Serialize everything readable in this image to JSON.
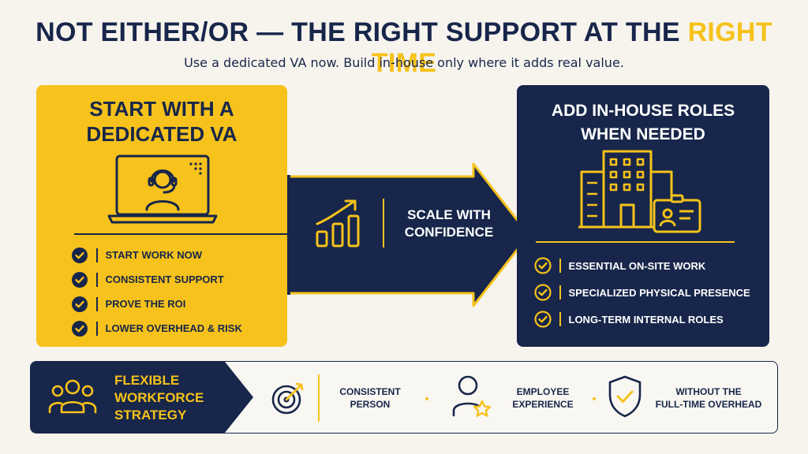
{
  "header": {
    "title_main": "NOT EITHER/OR — THE RIGHT SUPPORT AT THE ",
    "title_highlight": "RIGHT TIME",
    "subtitle": "Use a dedicated VA now. Build in-house only where it adds real value."
  },
  "left_panel": {
    "title_line1": "START WITH A",
    "title_line2": "DEDICATED VA",
    "items": [
      "START WORK NOW",
      "CONSISTENT SUPPORT",
      "PROVE THE ROI",
      "LOWER OVERHEAD & RISK"
    ]
  },
  "arrow": {
    "label_line1": "SCALE WITH",
    "label_line2": "CONFIDENCE"
  },
  "right_panel": {
    "title_line1": "ADD IN-HOUSE ROLES",
    "title_line2": "WHEN NEEDED",
    "items": [
      "ESSENTIAL ON-SITE WORK",
      "SPECIALIZED PHYSICAL PRESENCE",
      "LONG-TERM INTERNAL ROLES"
    ]
  },
  "strip": {
    "badge_line1": "FLEXIBLE",
    "badge_line2": "WORKFORCE",
    "badge_line3": "STRATEGY",
    "features": [
      {
        "line1": "CONSISTENT",
        "line2": "PERSON",
        "icon": "target-icon"
      },
      {
        "line1": "EMPLOYEE",
        "line2": "EXPERIENCE",
        "icon": "user-star-icon"
      },
      {
        "line1": "WITHOUT THE",
        "line2": "FULL-TIME OVERHEAD",
        "icon": "shield-check-icon"
      }
    ]
  },
  "colors": {
    "navy": "#17264a",
    "yellow": "#f6c21b",
    "background": "#f7f4ee"
  }
}
